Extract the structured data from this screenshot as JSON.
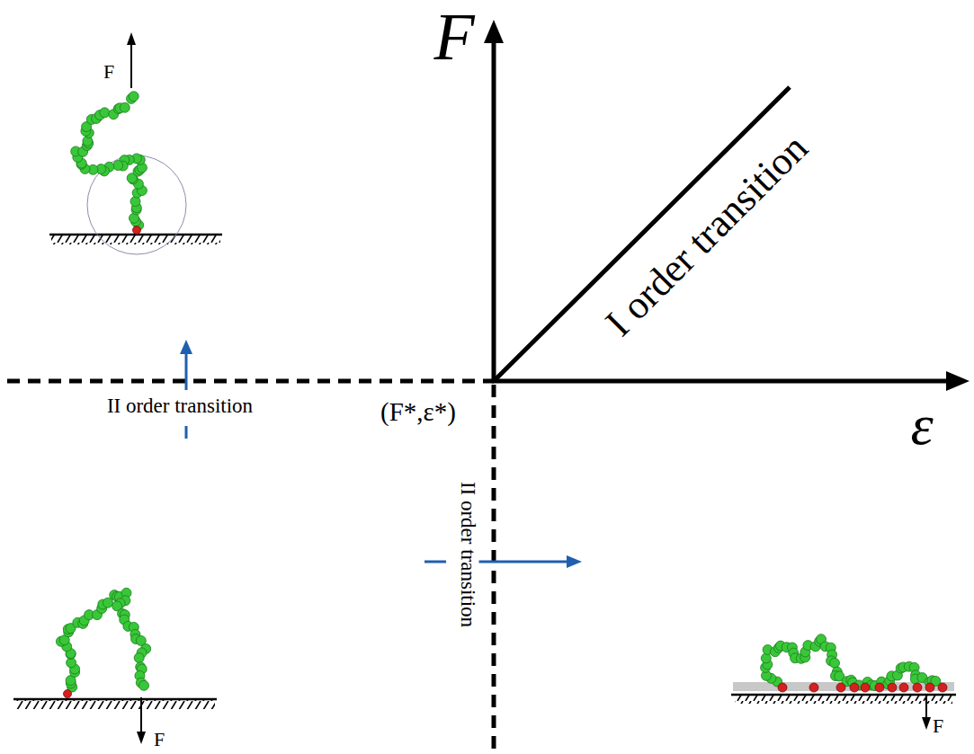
{
  "diagram": {
    "labels": [
      "F",
      "F",
      "I order transition",
      "II order transition",
      "(F*,ε*)",
      "ε",
      "II order transition",
      "F",
      "F"
    ]
  }
}
